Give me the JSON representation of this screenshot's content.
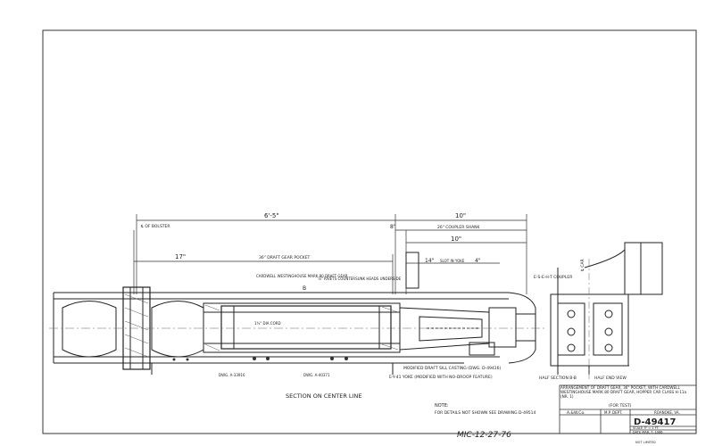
{
  "dimensions": {
    "overall": "6'-5\"",
    "to_coupler_end": "10\"",
    "coupler_shank": "26\" COUPLER SHANK",
    "to_face": "10\"",
    "eight": "8\"",
    "pocket": "36\" DRAFT GEAR POCKET",
    "seventeen": "17\"",
    "fourteen": "14\"",
    "slot": "SLOT IN YOKE",
    "four": "4\""
  },
  "labels": {
    "bolster": "℄ OF BOLSTER",
    "draft_gear": "CARDWELL WESTINGHOUSE MARK 80 DRAFT GEAR",
    "rivets": "⅞\" RIVETS COUNTERSUNK HEADS UNDERSIDE",
    "coupler": "E-S-E-H-T COUPLER",
    "car_center": "℄ CAR",
    "cord": "1¾\" DIA CORD",
    "casting": "MODIFIED DRAFT SILL CASTING (DWG. D-49416)",
    "yoke": "E-Y-41 YOKE (MODIFIED WITH NO-DROOP FEATURE)",
    "dwg_1": "DWG. A-33916",
    "dwg_2": "DWG. A-40371",
    "section_b": "B",
    "section_title": "SECTION ON CENTER LINE",
    "half_section": "HALF SECTION B-B",
    "half_end": "HALF END VIEW",
    "note_head": "NOTE:",
    "note_body": "FOR DETAILS NOT SHOWN SEE DRAWING D-49514",
    "handwritten": "MIC-12-27-76",
    "corner_note": "NOT LIMITED"
  },
  "title_block": {
    "description": "ARRANGEMENT OF DRAFT GEAR, 36\" POCKET, WITH CARDWELL WESTINGHOUSE MARK 80 DRAFT GEAR, HOPPER CAR CLASS H-11a (NR. 1)",
    "for_test": "(FOR TEST)",
    "railroad": "A.&W.Co.",
    "dept": "M.P. DEPT.",
    "city": "ROANOKE, VA.",
    "dwg_no": "D-49417",
    "scale": "SCALE 3\" = 1 FT.",
    "date": "DATE MAR. 7, 1966"
  }
}
